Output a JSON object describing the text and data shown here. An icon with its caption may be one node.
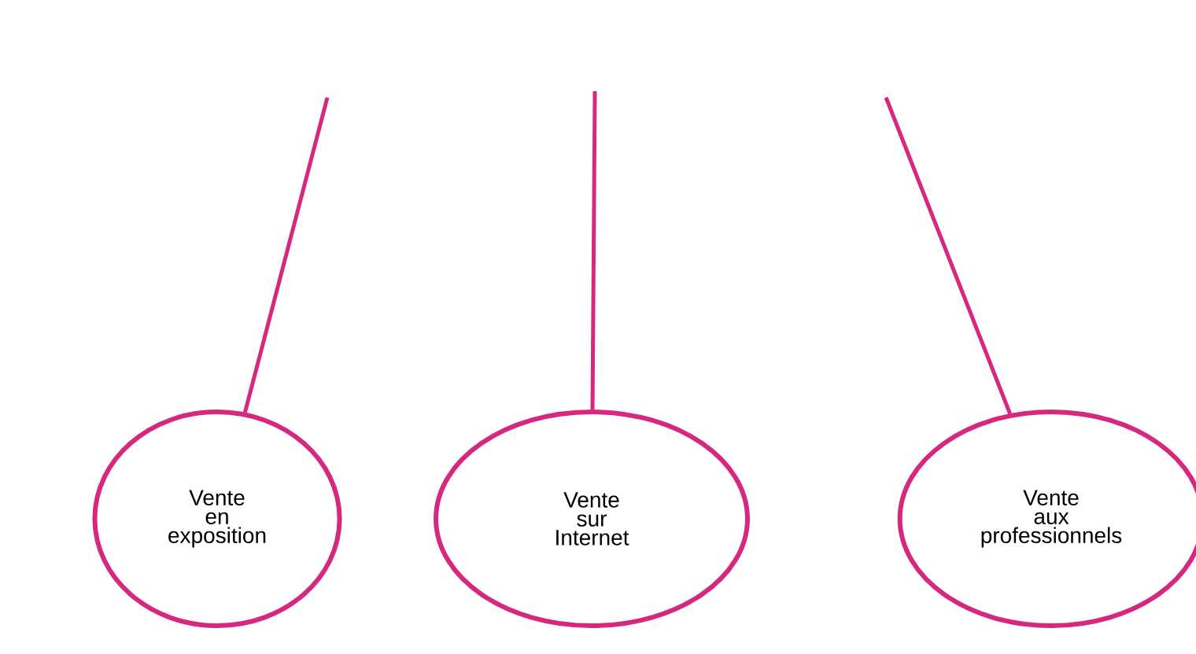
{
  "diagram": {
    "nodes": [
      {
        "text": [
          "Vente en exposition"
        ]
      },
      {
        "text": [
          "Vente sur Internet"
        ]
      },
      {
        "text": [
          "Vente aux professionnels"
        ]
      }
    ],
    "edges": [
      {
        "from": null,
        "to": 0,
        "arrow": "none"
      },
      {
        "from": null,
        "to": 1,
        "arrow": "none"
      },
      {
        "from": null,
        "to": 2,
        "arrow": "none"
      }
    ]
  }
}
